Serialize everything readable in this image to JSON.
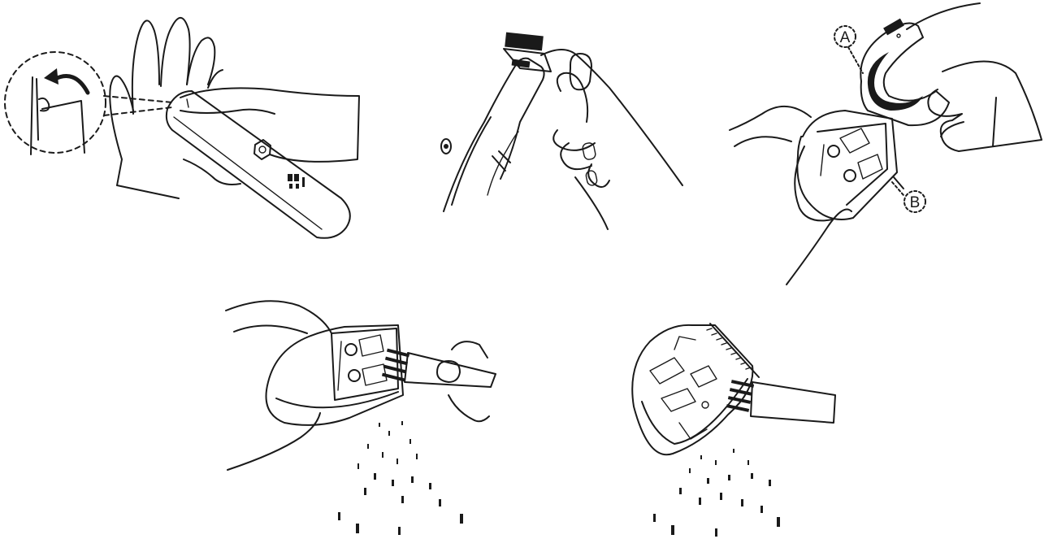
{
  "figure": {
    "steps": [
      {
        "id": "step-1",
        "depicts": "open-blade-latch"
      },
      {
        "id": "step-2",
        "depicts": "remove-blade-head"
      },
      {
        "id": "step-3",
        "depicts": "align-blade-head"
      },
      {
        "id": "step-4",
        "depicts": "brush-clean-body"
      },
      {
        "id": "step-5",
        "depicts": "brush-clean-blade"
      }
    ],
    "callouts": {
      "a": "A",
      "b": "B"
    }
  }
}
